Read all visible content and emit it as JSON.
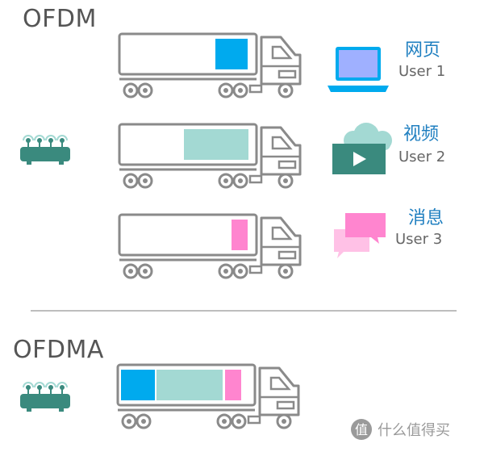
{
  "ofdm": {
    "title": "OFDM",
    "users": [
      {
        "label_cn": "网页",
        "label": "User 1",
        "icon": "laptop-icon",
        "color": "#00aaee"
      },
      {
        "label_cn": "视频",
        "label": "User 2",
        "icon": "cloud-video-icon",
        "color": "#a3d9d3"
      },
      {
        "label_cn": "消息",
        "label": "User 3",
        "icon": "chat-bubbles-icon",
        "color": "#ff85cf"
      }
    ]
  },
  "ofdma": {
    "title": "OFDMA",
    "cargo_colors": [
      "#00aaee",
      "#a3d9d3",
      "#ff85cf"
    ]
  },
  "colors": {
    "truck_outline": "#8a8a8a",
    "router": "#3a8a7e",
    "laptop": "#00aaee",
    "video": "#3a8a7e",
    "cloud": "#a3d9d3",
    "chat_front": "#ff85cf",
    "chat_back": "#ffc1e6"
  },
  "watermark": {
    "text": "什么值得买",
    "icon": "zhi-logo-icon"
  }
}
